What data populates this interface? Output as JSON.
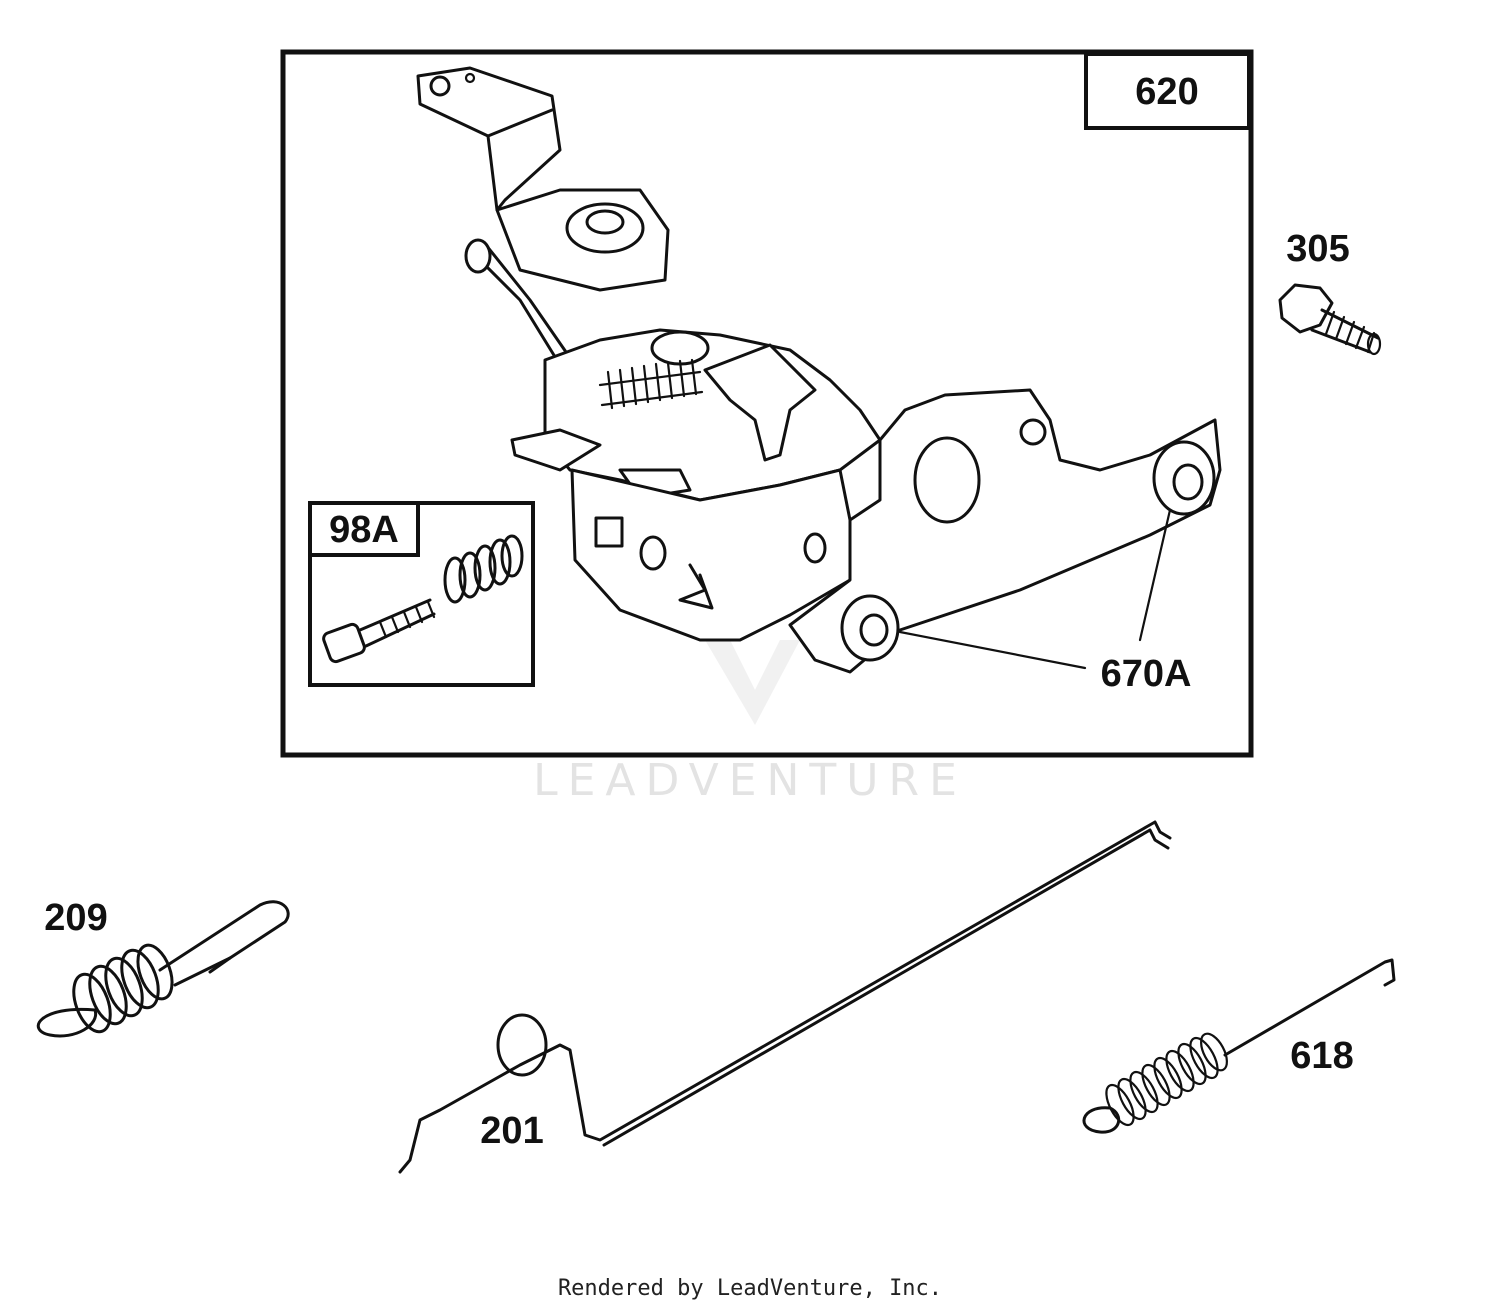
{
  "diagram": {
    "watermark": "LEADVENTURE",
    "footer": "Rendered by LeadVenture, Inc.",
    "main_box_label": "620",
    "inset_box_label": "98A",
    "callouts": {
      "bolt": "305",
      "bushing": "670A",
      "governor_spring": "209",
      "governor_link": "201",
      "throttle_spring": "618"
    }
  }
}
